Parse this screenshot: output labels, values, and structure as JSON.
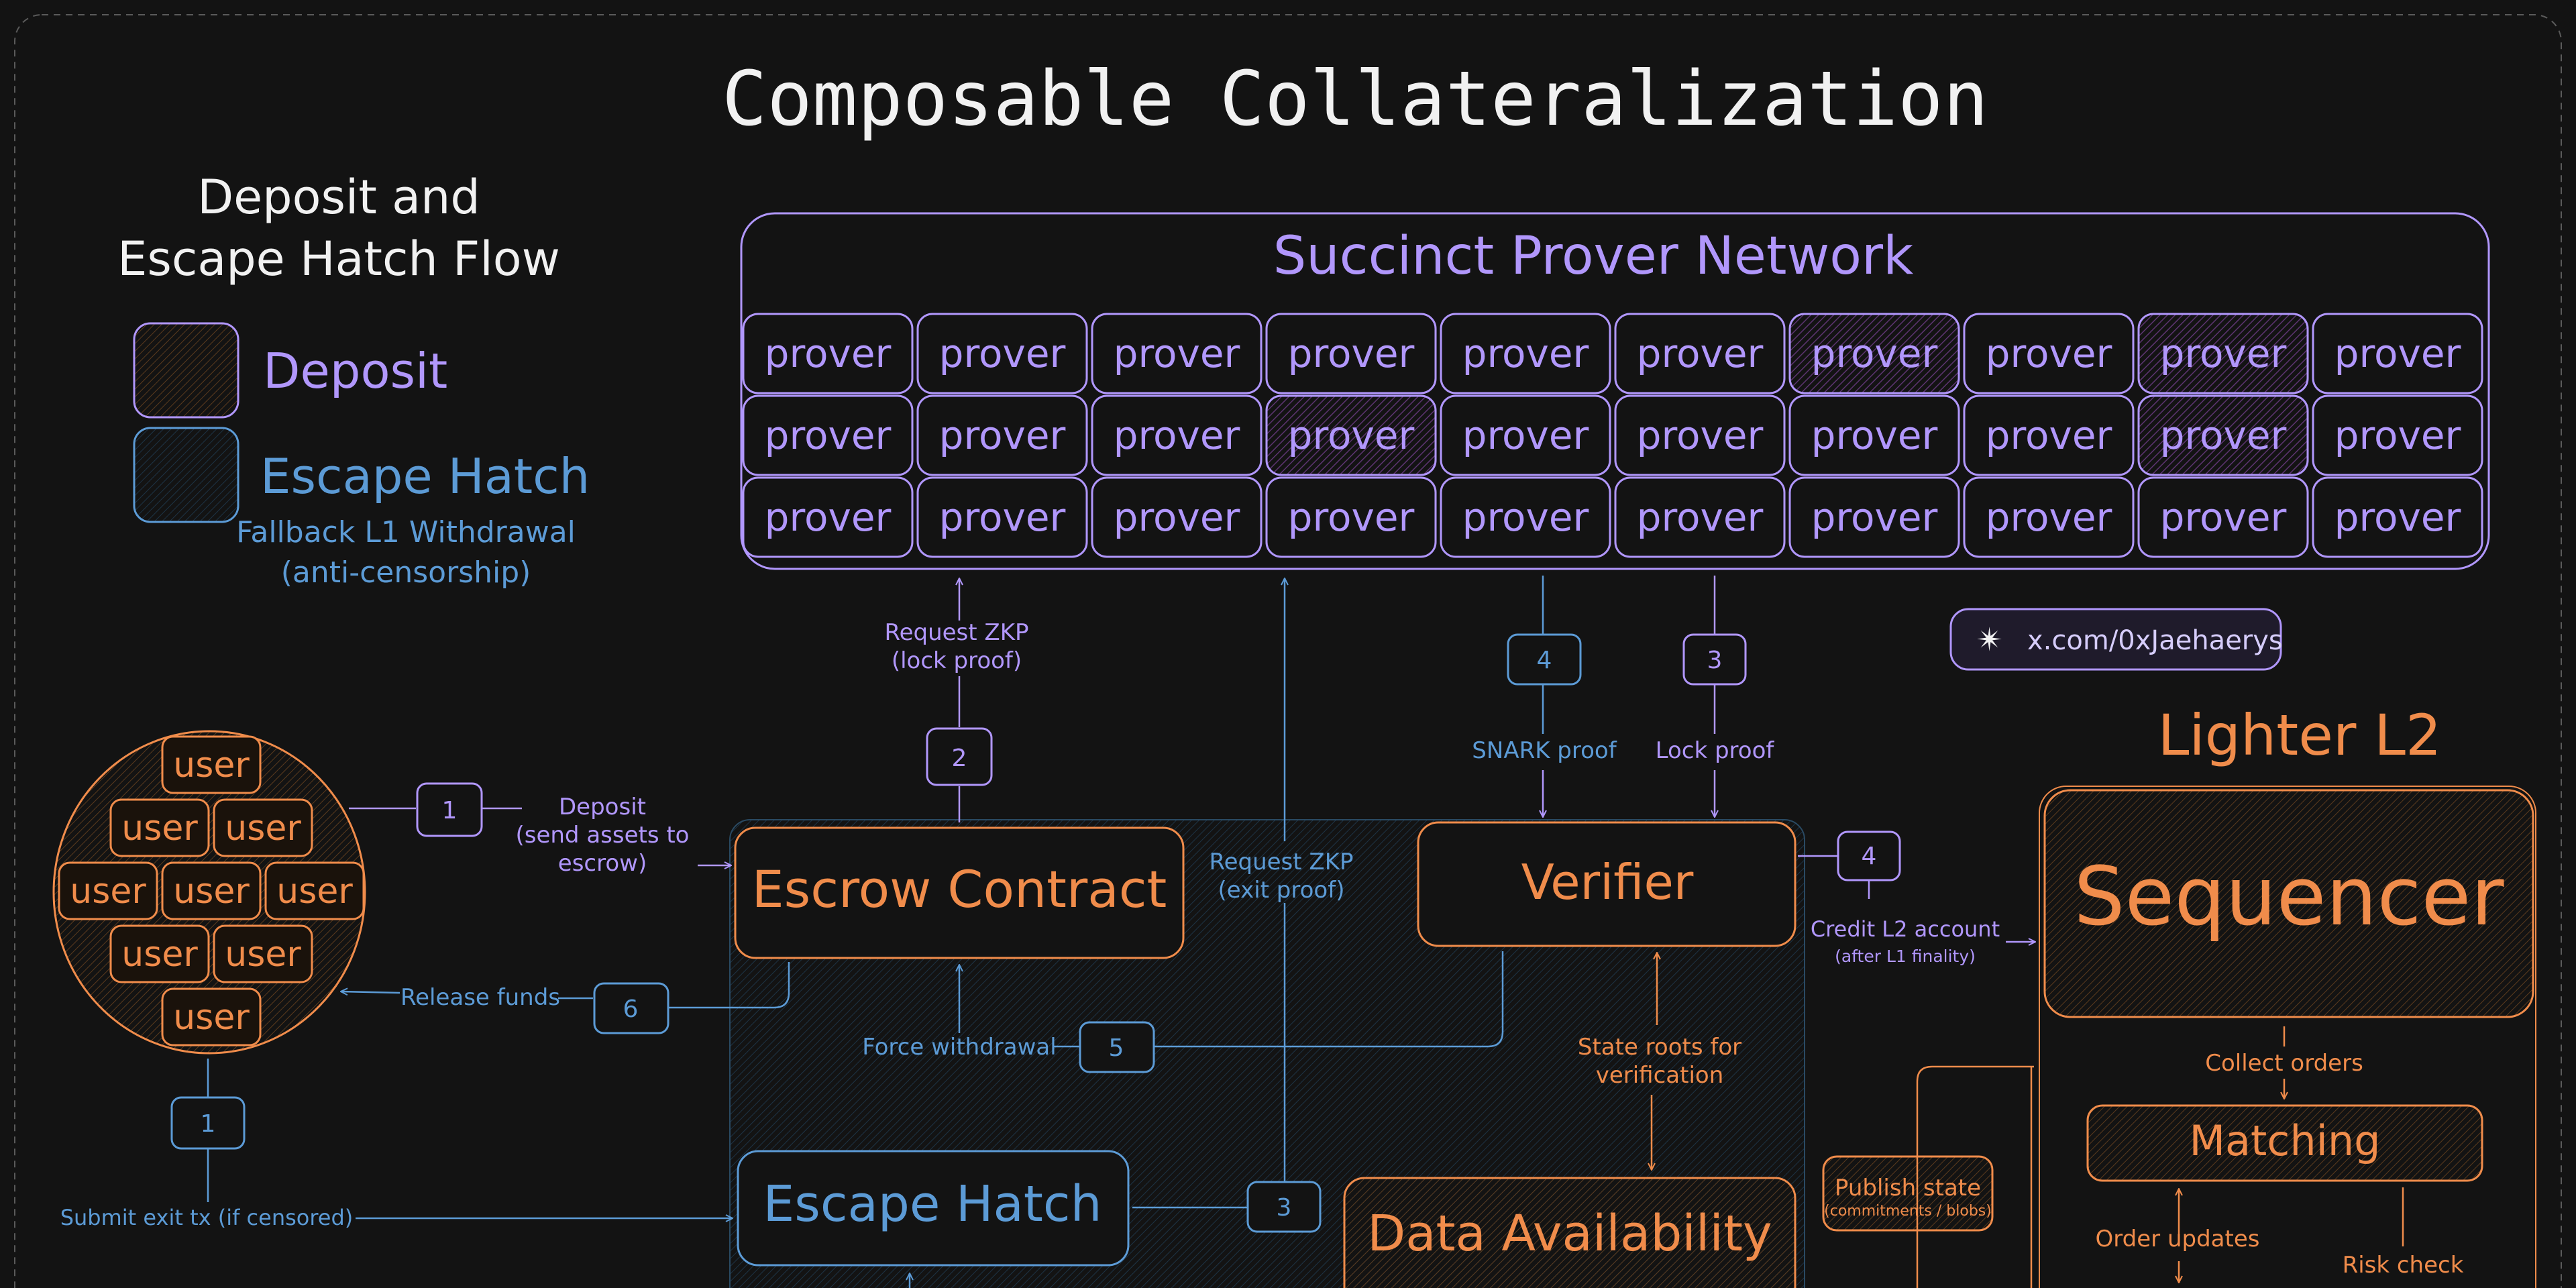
{
  "title": "Composable Collateralization",
  "legend": {
    "heading_line1": "Deposit and",
    "heading_line2": "Escape Hatch Flow",
    "deposit_label": "Deposit",
    "escape_label": "Escape Hatch",
    "escape_sub_line1": "Fallback L1 Withdrawal",
    "escape_sub_line2": "(anti-censorship)"
  },
  "prover_network": {
    "title": "Succinct Prover Network",
    "prover_label": "prover",
    "rows": 3,
    "cols": 10,
    "highlighted": [
      [
        0,
        6
      ],
      [
        0,
        8
      ],
      [
        1,
        3
      ],
      [
        1,
        8
      ]
    ]
  },
  "credit_badge": "x.com/0xJaehaerys",
  "users": {
    "label": "user",
    "rows": [
      1,
      2,
      3,
      2,
      1
    ]
  },
  "nodes": {
    "escrow": "Escrow Contract",
    "verifier": "Verifier",
    "escape_hatch": "Escape Hatch",
    "data_availability": "Data Availability",
    "lighter_title": "Lighter L2",
    "sequencer": "Sequencer",
    "matching": "Matching"
  },
  "steps": {
    "s1_deposit": "1",
    "s2_request_lock": "2",
    "s4_snark": "4",
    "s3_lock": "3",
    "s4_credit": "4",
    "s6_release": "6",
    "s5_force": "5",
    "s1_exit": "1",
    "s3_escape": "3"
  },
  "labels": {
    "deposit_line1": "Deposit",
    "deposit_line2": "(send assets to",
    "deposit_line3": "escrow)",
    "request_lock_line1": "Request ZKP",
    "request_lock_line2": "(lock proof)",
    "request_exit_line1": "Request ZKP",
    "request_exit_line2": "(exit proof)",
    "snark_proof": "SNARK proof",
    "lock_proof": "Lock proof",
    "credit_line1": "Credit L2 account",
    "credit_line2": "(after L1 finality)",
    "release_funds": "Release funds",
    "force_withdrawal": "Force withdrawal",
    "state_roots_line1": "State roots for",
    "state_roots_line2": "verification",
    "submit_exit": "Submit exit tx (if censored)",
    "collect_orders": "Collect orders",
    "publish_line1": "Publish state",
    "publish_line2": "(commitments / blobs)",
    "order_updates": "Order updates",
    "risk_check": "Risk check"
  },
  "colors": {
    "background": "#131313",
    "purple": "#b197fc",
    "orange": "#f08c4b",
    "blue": "#5c9bd6",
    "white": "#f1f1f1"
  }
}
